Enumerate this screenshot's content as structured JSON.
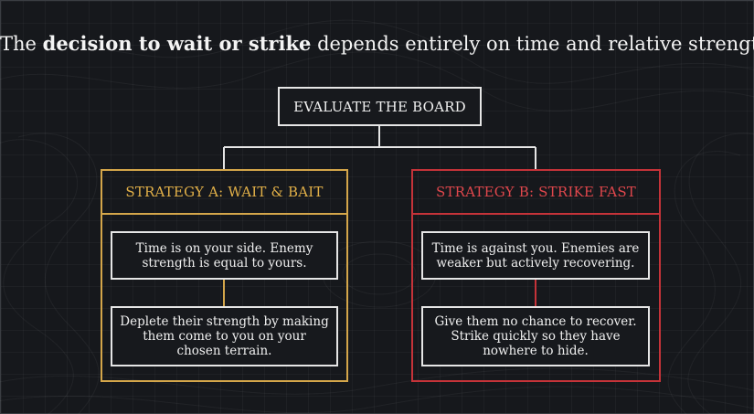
{
  "headline": {
    "prefix": "The ",
    "emphasis": "decision to wait or strike",
    "suffix": " depends entirely on time and relative strength."
  },
  "root": {
    "label": "EVALUATE THE BOARD"
  },
  "strategy_a": {
    "title": "STRATEGY A: WAIT & BAIT",
    "color": "#d4a64a",
    "condition": "Time is on your side. Enemy strength is equal to yours.",
    "action": "Deplete their strength by making them come to you on your chosen terrain."
  },
  "strategy_b": {
    "title": "STRATEGY B: STRIKE FAST",
    "color": "#c53339",
    "condition": "Time is against you. Enemies are weaker but actively recovering.",
    "action": "Give them no chance to recover. Strike quickly so they have nowhere to hide."
  },
  "theme": {
    "background": "#16181c",
    "box_border": "#e6e6e6"
  }
}
